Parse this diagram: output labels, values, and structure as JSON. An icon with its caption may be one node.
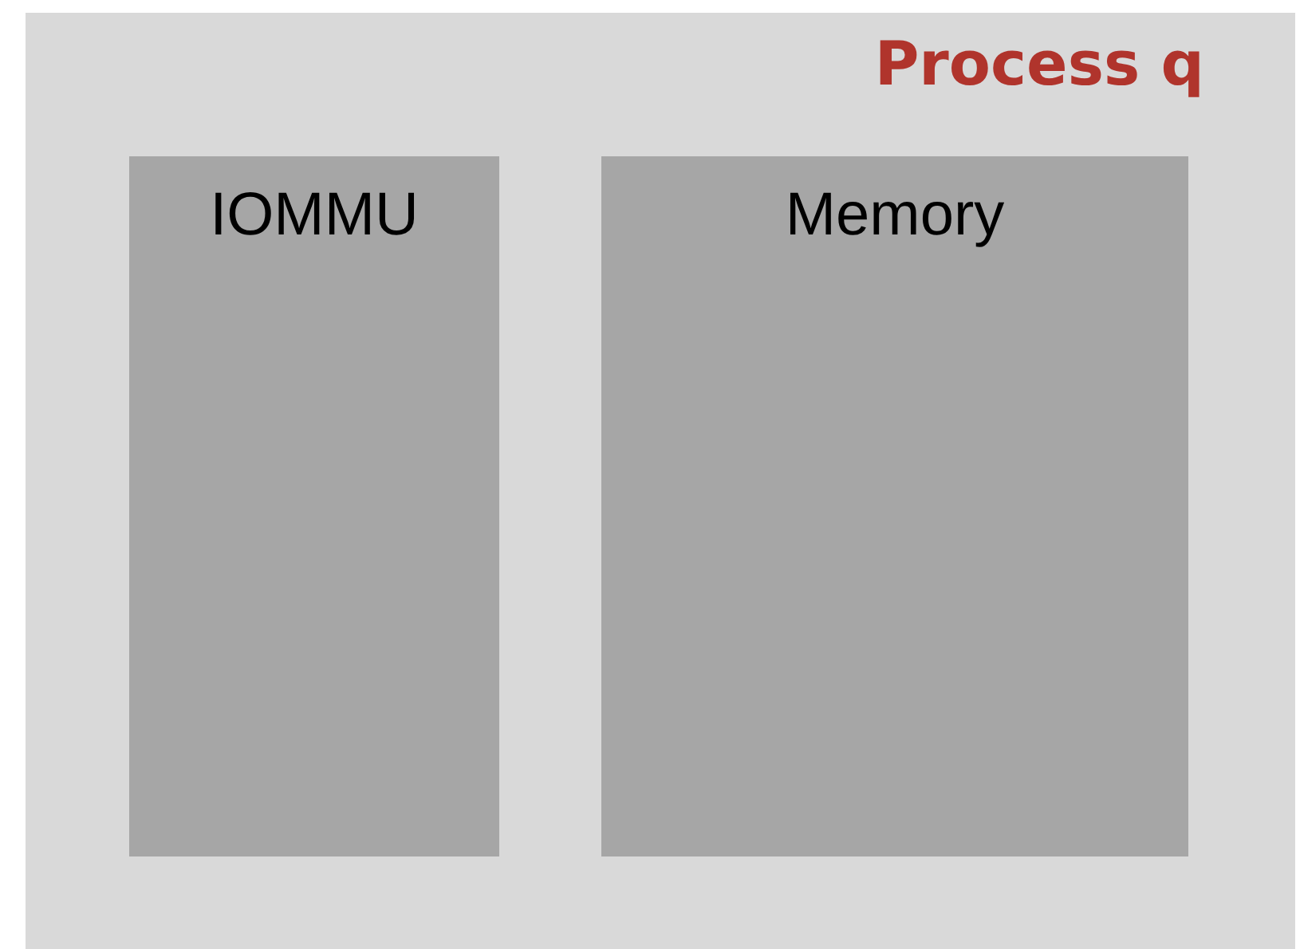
{
  "diagram": {
    "nodes": [
      {
        "text": [
          "Process q"
        ]
      },
      {
        "text": [
          "IOMMU"
        ],
        "in": 0
      },
      {
        "text": [
          "Memory"
        ],
        "in": 0
      }
    ]
  }
}
